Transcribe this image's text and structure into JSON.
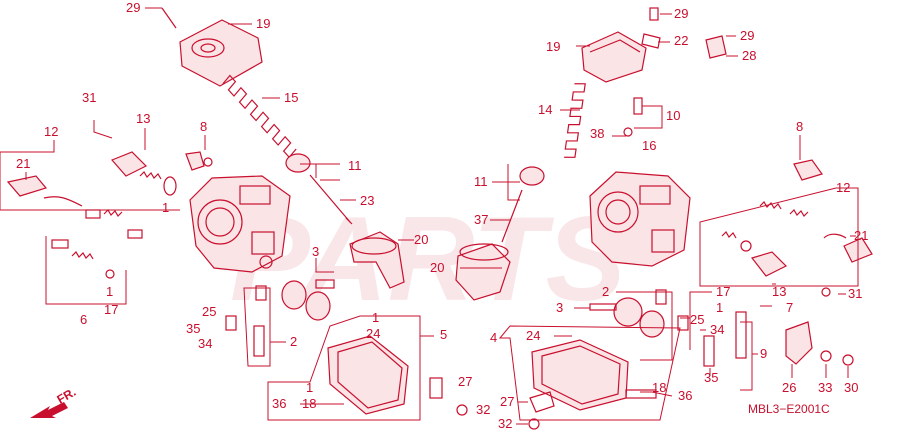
{
  "diagram": {
    "watermark": "PARTS",
    "diagram_code": "MBL3−E2001C",
    "front_mark": "FR.",
    "accent_color": "#c8102e",
    "callouts": [
      {
        "id": "c29a",
        "label": "29"
      },
      {
        "id": "c19a",
        "label": "19"
      },
      {
        "id": "c15",
        "label": "15"
      },
      {
        "id": "c31a",
        "label": "31"
      },
      {
        "id": "c13a",
        "label": "13"
      },
      {
        "id": "c8a",
        "label": "8"
      },
      {
        "id": "c12a",
        "label": "12"
      },
      {
        "id": "c21a",
        "label": "21"
      },
      {
        "id": "c11a",
        "label": "11"
      },
      {
        "id": "c23",
        "label": "23"
      },
      {
        "id": "c1a",
        "label": "1"
      },
      {
        "id": "c20a",
        "label": "20"
      },
      {
        "id": "c3a",
        "label": "3"
      },
      {
        "id": "c1b",
        "label": "1"
      },
      {
        "id": "c17a",
        "label": "17"
      },
      {
        "id": "c6",
        "label": "6"
      },
      {
        "id": "c25a",
        "label": "25"
      },
      {
        "id": "c35a",
        "label": "35"
      },
      {
        "id": "c34a",
        "label": "34"
      },
      {
        "id": "c2a",
        "label": "2"
      },
      {
        "id": "c1c",
        "label": "1"
      },
      {
        "id": "c24a",
        "label": "24"
      },
      {
        "id": "c5",
        "label": "5"
      },
      {
        "id": "c1d",
        "label": "1"
      },
      {
        "id": "c36a",
        "label": "36"
      },
      {
        "id": "c18a",
        "label": "18"
      },
      {
        "id": "c27a",
        "label": "27"
      },
      {
        "id": "c32a",
        "label": "32"
      },
      {
        "id": "c29b",
        "label": "29"
      },
      {
        "id": "c22",
        "label": "22"
      },
      {
        "id": "c29c",
        "label": "29"
      },
      {
        "id": "c19b",
        "label": "19"
      },
      {
        "id": "c28",
        "label": "28"
      },
      {
        "id": "c14",
        "label": "14"
      },
      {
        "id": "c10",
        "label": "10"
      },
      {
        "id": "c38",
        "label": "38"
      },
      {
        "id": "c16",
        "label": "16"
      },
      {
        "id": "c11b",
        "label": "11"
      },
      {
        "id": "c8b",
        "label": "8"
      },
      {
        "id": "c37",
        "label": "37"
      },
      {
        "id": "c12b",
        "label": "12"
      },
      {
        "id": "c21b",
        "label": "21"
      },
      {
        "id": "c20b",
        "label": "20"
      },
      {
        "id": "c13b",
        "label": "13"
      },
      {
        "id": "c31b",
        "label": "31"
      },
      {
        "id": "c17b",
        "label": "17"
      },
      {
        "id": "c1e",
        "label": "1"
      },
      {
        "id": "c2b",
        "label": "2"
      },
      {
        "id": "c7",
        "label": "7"
      },
      {
        "id": "c3b",
        "label": "3"
      },
      {
        "id": "c25b",
        "label": "25"
      },
      {
        "id": "c34b",
        "label": "34"
      },
      {
        "id": "c4",
        "label": "4"
      },
      {
        "id": "c24b",
        "label": "24"
      },
      {
        "id": "c35b",
        "label": "35"
      },
      {
        "id": "c9",
        "label": "9"
      },
      {
        "id": "c26",
        "label": "26"
      },
      {
        "id": "c33",
        "label": "33"
      },
      {
        "id": "c30",
        "label": "30"
      },
      {
        "id": "c18b",
        "label": "18"
      },
      {
        "id": "c36b",
        "label": "36"
      },
      {
        "id": "c27b",
        "label": "27"
      },
      {
        "id": "c32b",
        "label": "32"
      }
    ]
  }
}
